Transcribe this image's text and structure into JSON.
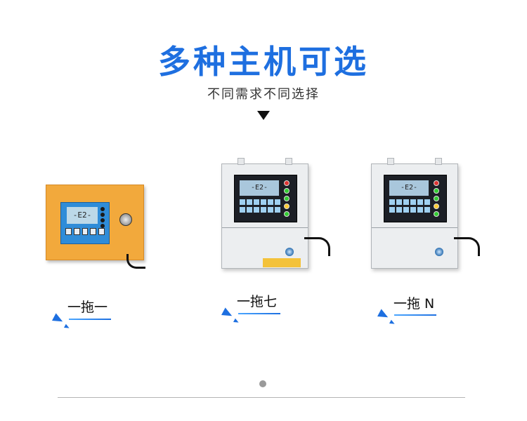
{
  "header": {
    "title": "多种主机可选",
    "subtitle": "不同需求不同选择"
  },
  "products": [
    {
      "caption": "一拖一",
      "lcd": "-E2-"
    },
    {
      "caption": "一拖七",
      "lcd": "-E2-"
    },
    {
      "caption": "一拖 N",
      "lcd": "-E2-"
    }
  ],
  "colors": {
    "accent": "#1e6fe0",
    "orange_housing": "#f2a93c",
    "cabinet": "#eceef0"
  },
  "icons": [
    "down-arrow-icon",
    "blue-triangle-icon",
    "pagination-dot-icon"
  ]
}
